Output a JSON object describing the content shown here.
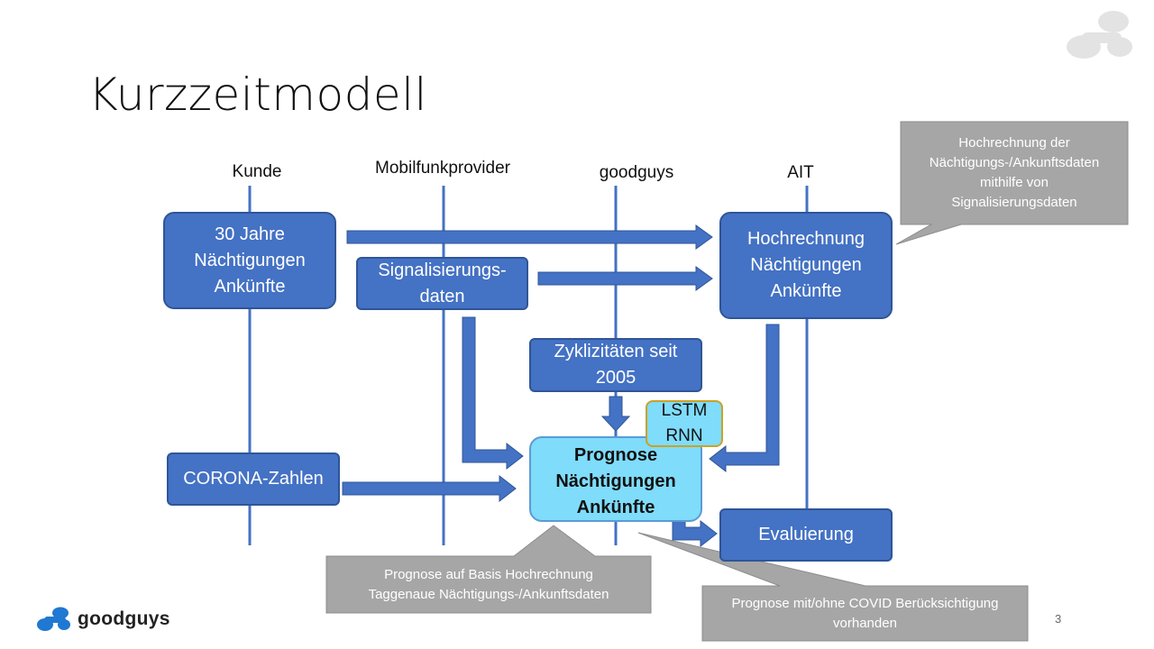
{
  "title": "Kurzzeitmodell",
  "lanes": [
    "Kunde",
    "Mobilfunkprovider",
    "goodguys",
    "AIT"
  ],
  "boxes": {
    "history": "30 Jahre\nNächtigungen\nAnkünfte",
    "signal": "Signalisierungs-\ndaten",
    "extrapolation": "Hochrechnung\nNächtigungen\nAnkünfte",
    "cycles": "Zyklizitäten seit\n2005",
    "lstm": "LSTM\nRNN",
    "forecast": "Prognose\nNächtigungen\nAnkünfte",
    "corona": "CORONA-Zahlen",
    "evaluation": "Evaluierung"
  },
  "callouts": {
    "extrapolation_note": "Hochrechnung der\nNächtigungs-/Ankunftsdaten\nmithilfe von\nSignalisierungsdaten",
    "forecast_note": "Prognose auf Basis Hochrechnung\nTaggenaue Nächtigungs-/Ankunftsdaten",
    "covid_note": "Prognose mit/ohne COVID Berücksichtigung\nvorhanden"
  },
  "brand": "goodguys",
  "page_number": "3",
  "colors": {
    "box": "#4472c4",
    "forecast": "#7fdcfb",
    "callout": "#a6a6a6",
    "lane": "#4472c4"
  }
}
